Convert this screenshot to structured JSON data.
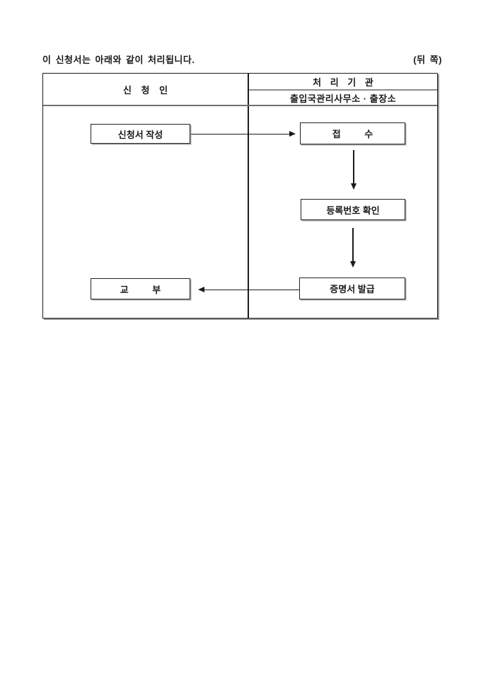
{
  "page": {
    "title": "이 신청서는 아래와 같이 처리됩니다.",
    "back_side_label": "(뒤 쪽)"
  },
  "table": {
    "applicant_header": "신 청 인",
    "agency_header": "처 리 기 관",
    "agency_subheader": "출입국관리사무소 · 출장소"
  },
  "flow": {
    "nodes": [
      {
        "id": "write-application",
        "label": "신청서 작성",
        "column": "applicant"
      },
      {
        "id": "receipt",
        "label": "접 수",
        "column": "agency"
      },
      {
        "id": "check-registration-number",
        "label": "등록번호 확인",
        "column": "agency"
      },
      {
        "id": "issue-certificate",
        "label": "증명서 발급",
        "column": "agency"
      },
      {
        "id": "delivery",
        "label": "교 부",
        "column": "applicant"
      }
    ],
    "edges": [
      {
        "from": "write-application",
        "to": "receipt",
        "direction": "right"
      },
      {
        "from": "receipt",
        "to": "check-registration-number",
        "direction": "down"
      },
      {
        "from": "check-registration-number",
        "to": "issue-certificate",
        "direction": "down"
      },
      {
        "from": "issue-certificate",
        "to": "delivery",
        "direction": "left"
      }
    ]
  },
  "colors": {
    "background": "#ffffff",
    "text": "#1a1a1a",
    "border": "#1c1c1c",
    "inner_divider_gray": "#8d8d8d",
    "shadow_gray": "#9a9a9a"
  }
}
